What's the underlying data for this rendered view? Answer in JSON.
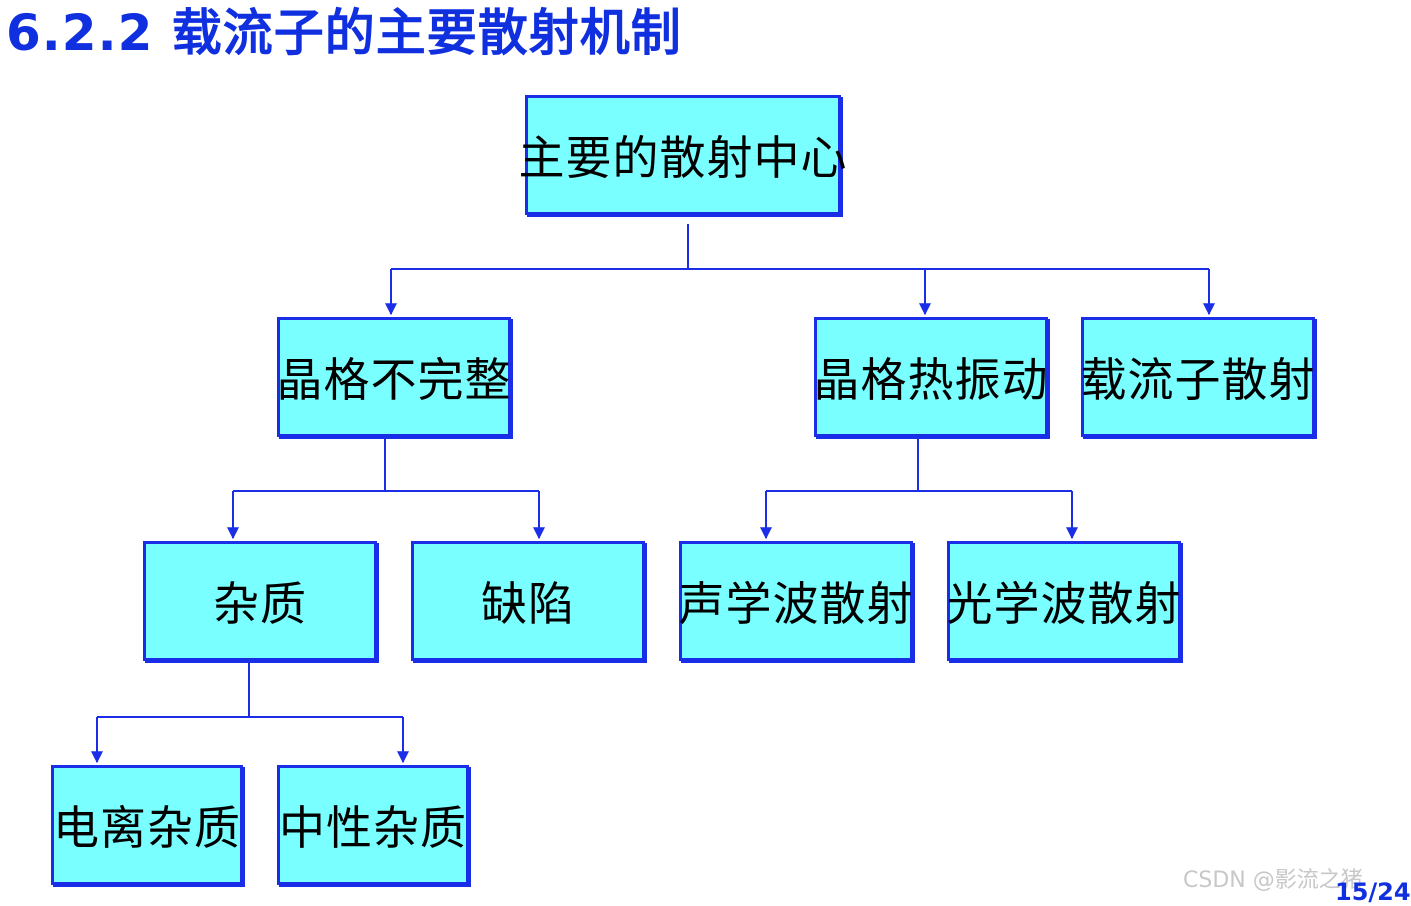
{
  "title": "6.2.2 载流子的主要散射机制",
  "diagram": {
    "root": {
      "label": "主要的散射中心"
    },
    "lattice_imperfection": {
      "label": "晶格不完整"
    },
    "lattice_vibration": {
      "label": "晶格热振动"
    },
    "carrier_scattering": {
      "label": "载流子散射"
    },
    "impurity": {
      "label": "杂质"
    },
    "defect": {
      "label": "缺陷"
    },
    "acoustic_wave": {
      "label": "声学波散射"
    },
    "optical_wave": {
      "label": "光学波散射"
    },
    "ionized_impurity": {
      "label": "电离杂质"
    },
    "neutral_impurity": {
      "label": "中性杂质"
    }
  },
  "colors": {
    "title": "#1030e0",
    "box_fill": "#79ffff",
    "box_border": "#1a2ee8",
    "connector": "#1a2ee8"
  },
  "watermark": "CSDN @影流之猪",
  "page_number": "15/24"
}
